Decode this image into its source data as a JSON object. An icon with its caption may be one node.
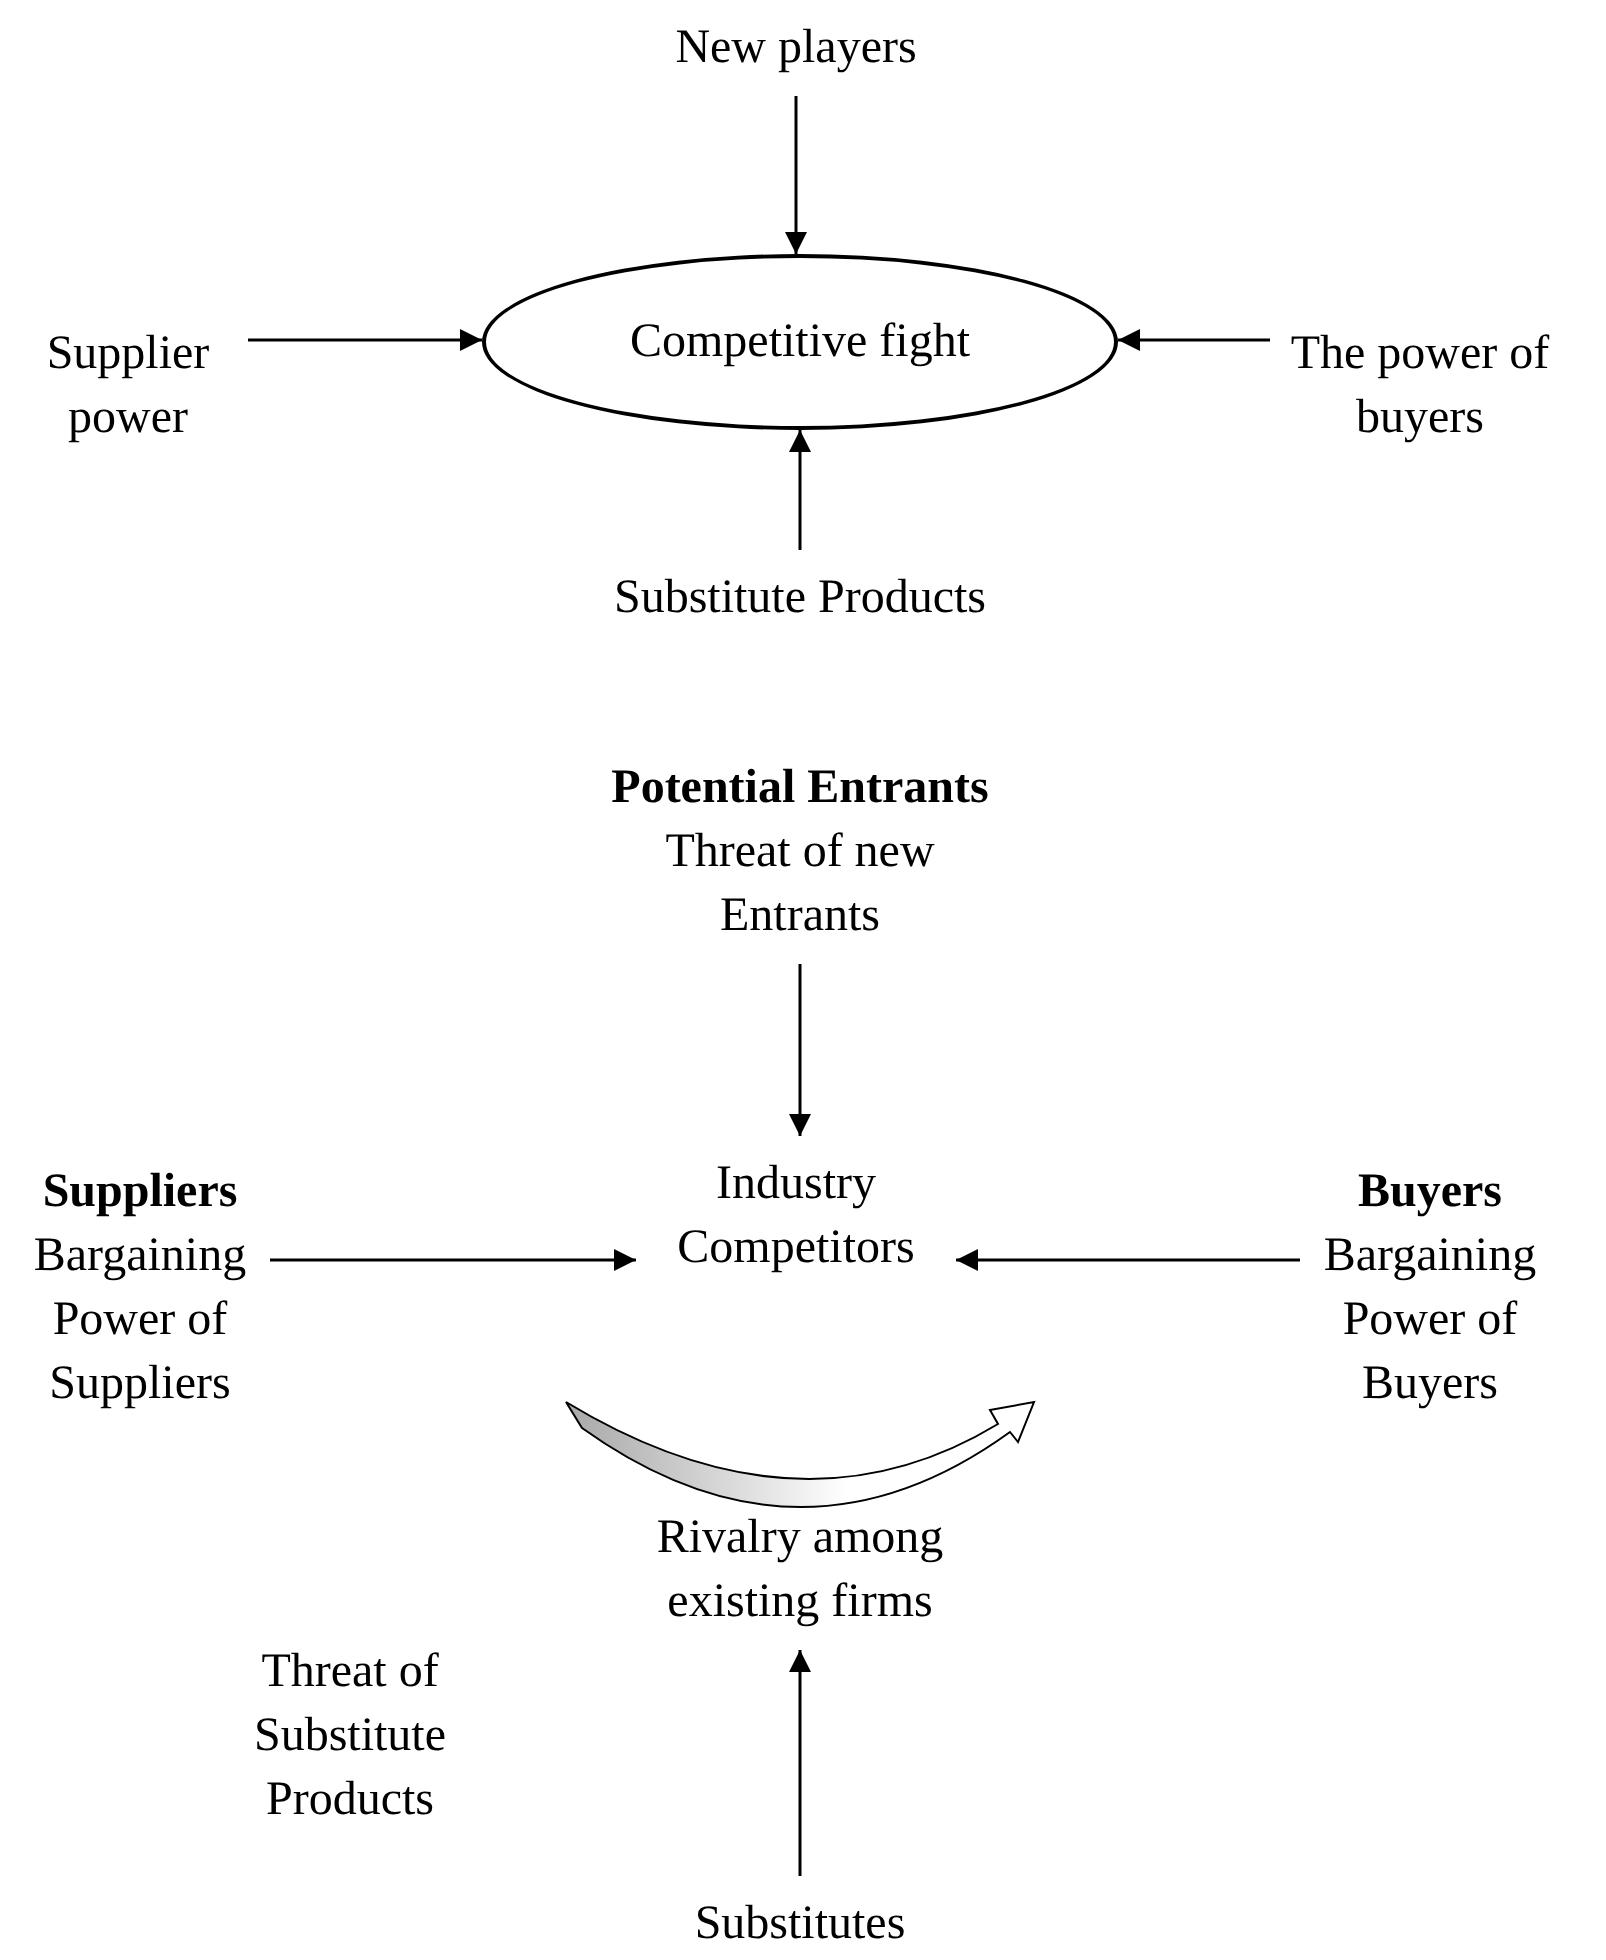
{
  "diagram": {
    "nodes": [
      {
        "text": [
          "New players"
        ]
      },
      {
        "text": [
          "Competitive fight"
        ]
      },
      {
        "text": [
          "Supplier power"
        ]
      },
      {
        "text": [
          "The power of buyers"
        ]
      },
      {
        "text": [
          "Substitute Products"
        ]
      },
      {
        "text": [
          "Potential Entrants",
          "Threat of new Entrants"
        ]
      },
      {
        "text": [
          "Suppliers",
          "Bargaining Power of Suppliers"
        ]
      },
      {
        "text": [
          "Industry Competitors"
        ]
      },
      {
        "text": [
          "Buyers",
          "Bargaining Power of Buyers"
        ]
      },
      {
        "text": [
          "Rivalry among existing firms"
        ]
      },
      {
        "text": [
          "Substitutes"
        ]
      }
    ],
    "edges": [
      {
        "from": 0,
        "to": 1,
        "arrow": "to"
      },
      {
        "from": 2,
        "to": 1,
        "arrow": "to"
      },
      {
        "from": 3,
        "to": 1,
        "arrow": "to"
      },
      {
        "from": 4,
        "to": 1,
        "arrow": "to"
      },
      {
        "from": 5,
        "to": 7,
        "arrow": "to"
      },
      {
        "from": 6,
        "to": 7,
        "arrow": "to"
      },
      {
        "from": 8,
        "to": 7,
        "arrow": "to"
      },
      {
        "from": 10,
        "to": 9,
        "arrow": "to"
      }
    ],
    "labels": [
      "Threat of Substitute Products"
    ]
  }
}
